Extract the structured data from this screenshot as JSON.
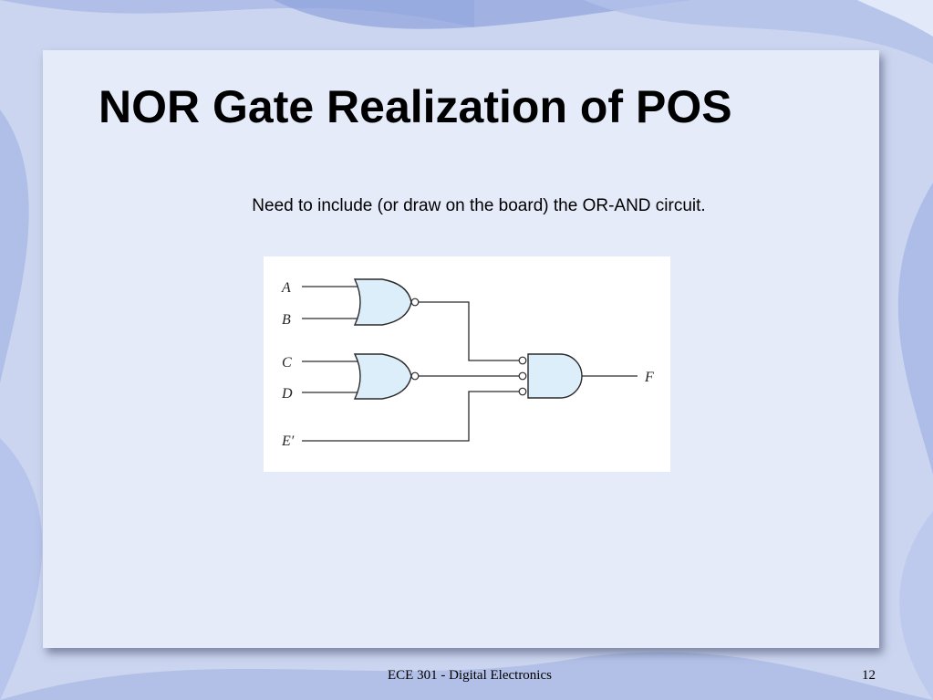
{
  "slide": {
    "title": "NOR Gate Realization of POS",
    "subtitle": "Need to include (or draw on the board) the OR-AND circuit."
  },
  "circuit": {
    "inputs": [
      "A",
      "B",
      "C",
      "D",
      "E′"
    ],
    "output": "F"
  },
  "footer": {
    "course": "ECE 301 - Digital Electronics",
    "page_number": "12"
  },
  "colors": {
    "background_blue": "#c9d3ee",
    "gate_fill": "#dceef9"
  }
}
